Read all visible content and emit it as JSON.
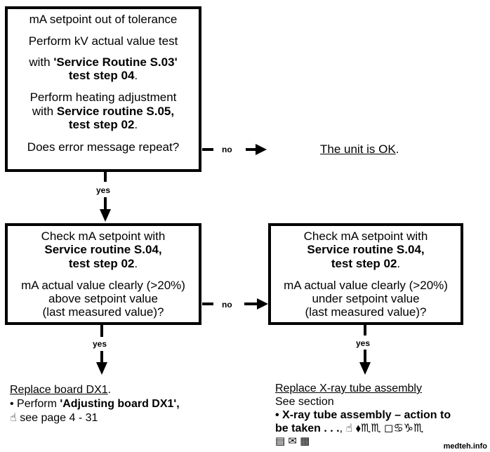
{
  "box1": {
    "line1": "mA setpoint out of tolerance",
    "line2": "Perform kV actual value test",
    "line3_pre": "with ",
    "line3_bold": "'Service Routine S.03'",
    "line4_bold": "test step 04",
    "line4_post": ".",
    "line5": "Perform heating adjustment",
    "line6_pre": "with ",
    "line6_bold": "Service routine S.05,",
    "line7_bold": "test step 02",
    "line7_post": ".",
    "line8": "Does error message repeat?"
  },
  "label_no_1": "no",
  "result_ok": "The unit is OK",
  "result_ok_post": ".",
  "label_yes_1": "yes",
  "box2": {
    "line1": "Check mA setpoint with",
    "line2_bold": "Service routine S.04,",
    "line3_bold": "test step 02",
    "line3_post": ".",
    "line4": "mA actual value clearly (>20%)",
    "line5": "above setpoint value",
    "line6": "(last measured value)?"
  },
  "label_no_2": "no",
  "box3": {
    "line1": "Check mA setpoint with",
    "line2_bold": "Service routine S.04,",
    "line3_bold": "test step 02",
    "line3_post": ".",
    "line4": "mA actual value clearly (>20%)",
    "line5": "under setpoint value",
    "line6": "(last measured value)?"
  },
  "label_yes_2": "yes",
  "label_yes_3": "yes",
  "action_left": {
    "title": "Replace board DX1",
    "title_post": ".",
    "bullet_pre": "• Perform ",
    "bullet_bold": "'Adjusting board DX1',",
    "ref": "see page 4 - 31"
  },
  "action_right": {
    "title": "Replace X-ray tube assembly",
    "line2": "See section",
    "bullet_bold": "• X-ray tube assembly – action to",
    "line4_bold": "be taken . . .",
    "line4_post": ",",
    "glyphs": "⬧♏♏ ◻♋♑♏",
    "glyphs2": "▤ ✉ ▦"
  },
  "watermark": "medteh.info",
  "icons": [
    "hand-pointer-icon",
    "arrow-right-icon",
    "arrow-down-icon"
  ]
}
